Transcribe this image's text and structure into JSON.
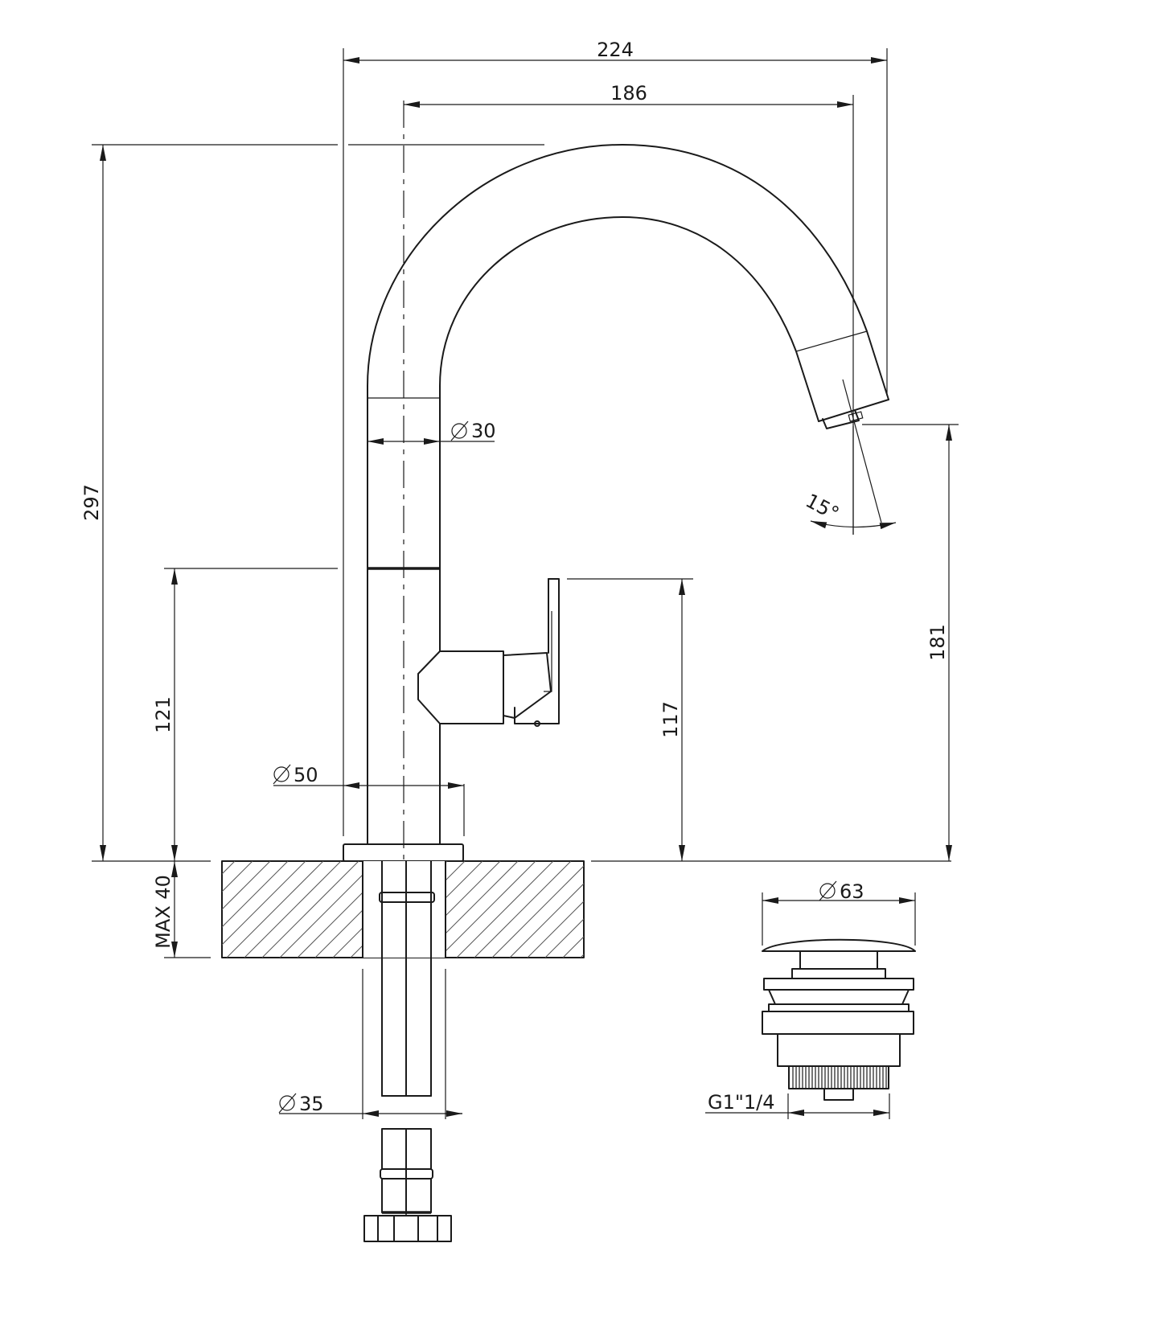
{
  "drawing": {
    "dimensions": {
      "overall_width": "224",
      "spout_reach": "186",
      "total_height": "297",
      "tube_diameter": "30",
      "body_height": "121",
      "lever_height": "117",
      "outlet_height": "181",
      "base_diameter": "50",
      "max_deck_thickness": "MAX 40",
      "shank_diameter": "35",
      "spout_angle": "15°",
      "waste_cap_diameter": "63",
      "waste_thread": "G1\"1/4"
    },
    "symbols": {
      "diameter": "diameter-symbol"
    }
  }
}
